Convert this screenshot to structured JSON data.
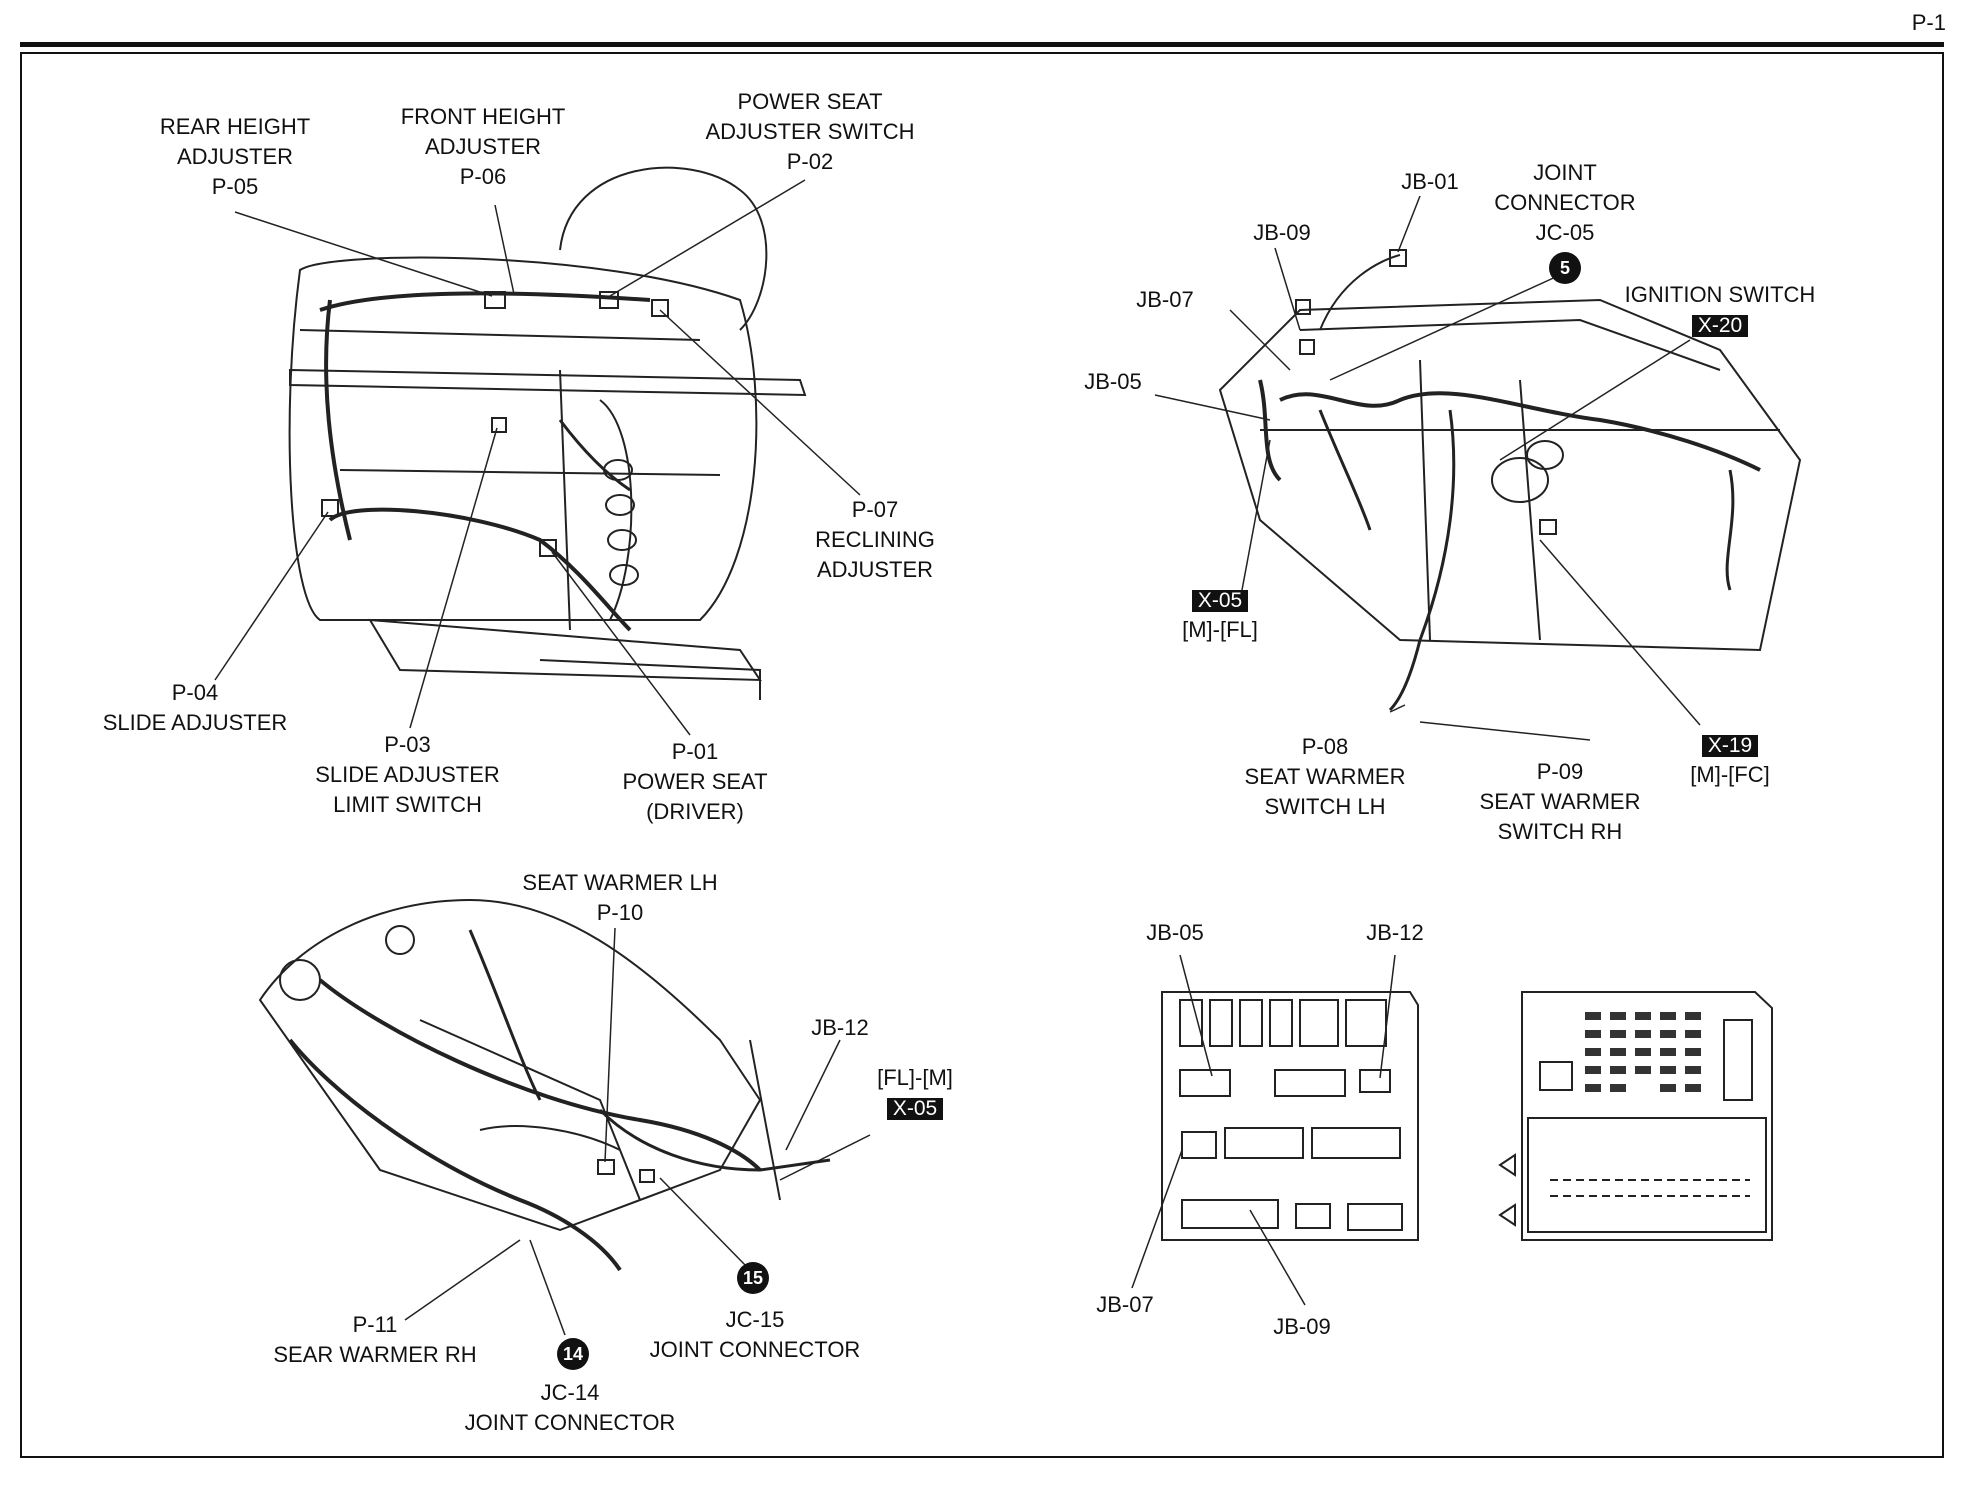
{
  "page": {
    "number": "P-1"
  },
  "seat_view": {
    "rear_height": [
      "REAR HEIGHT",
      "ADJUSTER",
      "P-05"
    ],
    "front_height": [
      "FRONT HEIGHT",
      "ADJUSTER",
      "P-06"
    ],
    "switch": [
      "POWER SEAT",
      "ADJUSTER SWITCH",
      "P-02"
    ],
    "reclining": [
      "P-07",
      "RECLINING",
      "ADJUSTER"
    ],
    "slide": [
      "P-04",
      "SLIDE ADJUSTER"
    ],
    "limit": [
      "P-03",
      "SLIDE ADJUSTER",
      "LIMIT SWITCH"
    ],
    "power_seat": [
      "P-01",
      "POWER SEAT",
      "(DRIVER)"
    ]
  },
  "dash_view": {
    "jb01": "JB-01",
    "joint": [
      "JOINT",
      "CONNECTOR",
      "JC-05"
    ],
    "jc05_badge": "5",
    "jb09": "JB-09",
    "jb07": "JB-07",
    "jb05": "JB-05",
    "ignition": "IGNITION SWITCH",
    "x20": "X-20",
    "x05": "X-05",
    "x05_sub": "[M]-[FL]",
    "p08": [
      "P-08",
      "SEAT WARMER",
      "SWITCH LH"
    ],
    "p09": [
      "P-09",
      "SEAT WARMER",
      "SWITCH RH"
    ],
    "x19": "X-19",
    "x19_sub": "[M]-[FC]"
  },
  "floor_view": {
    "warmer_lh": [
      "SEAT WARMER LH",
      "P-10"
    ],
    "jb12": "JB-12",
    "fl_m": "[FL]-[M]",
    "x05": "X-05",
    "p11": [
      "P-11",
      "SEAR WARMER RH"
    ],
    "jc15_badge": "15",
    "jc15": [
      "JC-15",
      "JOINT CONNECTOR"
    ],
    "jc14_badge": "14",
    "jc14": [
      "JC-14",
      "JOINT CONNECTOR"
    ]
  },
  "junction_view": {
    "jb05": "JB-05",
    "jb12": "JB-12",
    "jb07": "JB-07",
    "jb09": "JB-09"
  }
}
